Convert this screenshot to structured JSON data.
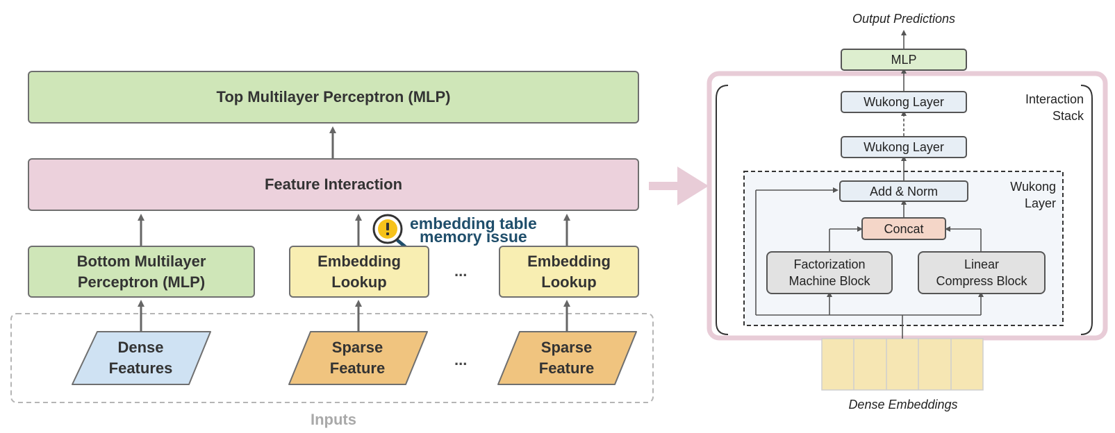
{
  "left_diagram": {
    "top_mlp": "Top Multilayer Perceptron (MLP)",
    "feature_interaction": "Feature Interaction",
    "bottom_mlp": "Bottom Multilayer\nPerceptron (MLP)",
    "embedding_lookup_1": "Embedding\nLookup",
    "embedding_lookup_2": "Embedding\nLookup",
    "ellipsis_lookups": "...",
    "dense_features": "Dense\nFeatures",
    "sparse_feature_1": "Sparse\nFeature",
    "sparse_feature_2": "Sparse\nFeature",
    "ellipsis_features": "...",
    "inputs_label": "Inputs",
    "annotation": "embedding table\nmemory issue",
    "annotation_icon": "warning-magnifier-icon"
  },
  "right_diagram": {
    "output_predictions": "Output Predictions",
    "mlp": "MLP",
    "wukong_layer_top": "Wukong Layer",
    "wukong_layer_mid": "Wukong Layer",
    "interaction_stack_label": "Interaction\nStack",
    "wukong_layer_label": "Wukong\nLayer",
    "add_norm": "Add & Norm",
    "concat": "Concat",
    "fm_block": "Factorization\nMachine Block",
    "linear_compress_block": "Linear\nCompress Block",
    "dense_embeddings": "Dense Embeddings"
  },
  "colors": {
    "green": "#cfe6b8",
    "pink": "#ecd1dc",
    "yellow": "#f8eeb2",
    "dense_blue": "#cfe2f3",
    "sparse_orange": "#f0c47f",
    "warning_yellow": "#f6c21b",
    "annotation_text": "#1f4e6b"
  }
}
